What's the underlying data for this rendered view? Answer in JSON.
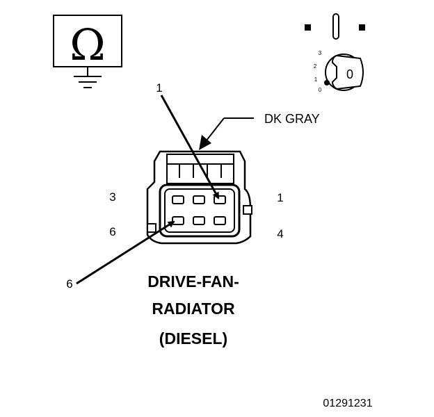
{
  "ohmmeter": {
    "symbol": "Ω"
  },
  "ignition": {
    "key_label": "0",
    "positions": [
      "3",
      "2",
      "1",
      "0"
    ]
  },
  "wire_color": "DK GRAY",
  "connector": {
    "cavity_labels": {
      "top_left": "3",
      "top_right": "1",
      "bottom_left": "6",
      "bottom_right": "4"
    },
    "callouts": {
      "pin_a": "1",
      "pin_b": "6"
    }
  },
  "title": {
    "line1": "DRIVE-FAN-",
    "line2": "RADIATOR",
    "line3": "(DIESEL)"
  },
  "figure_id": "01291231"
}
